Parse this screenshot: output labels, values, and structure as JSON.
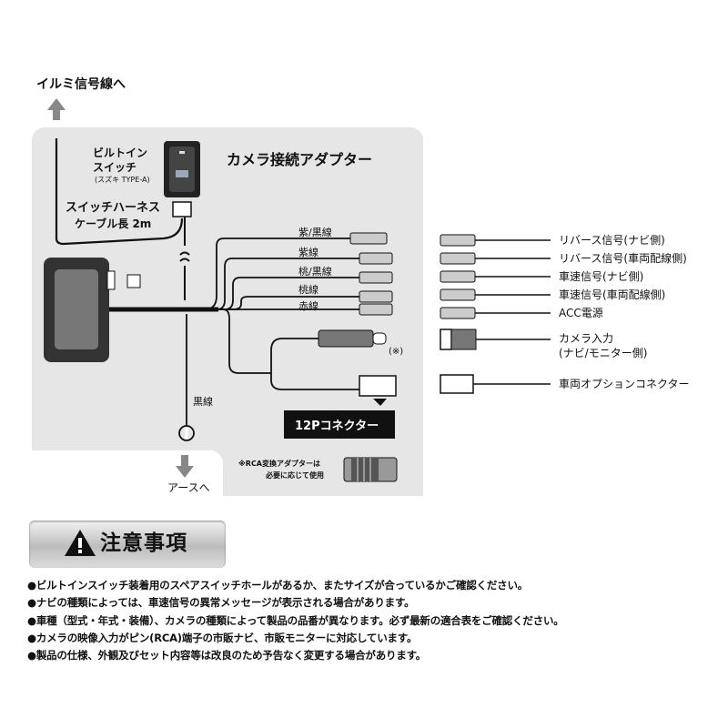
{
  "diagram": {
    "title": "カメラ接続アダプター",
    "top_label": "イルミ信号線へ",
    "ground_label": "アースへ",
    "switch_label_1": "ビルトイン",
    "switch_label_2": "スイッチ",
    "switch_label_3": "(スズキ TYPE-A)",
    "harness_label_1": "スイッチハーネス",
    "harness_label_2": "ケーブル長 2m",
    "ground_wire": "黒線",
    "wires": [
      "紫/黒線",
      "紫線",
      "桃/黒線",
      "桃線",
      "赤線"
    ],
    "note_marker": "(※)",
    "connector_12p": "12Pコネクター",
    "rca_note_1": "※RCA変換アダプターは",
    "rca_note_2": "必要に応じて使用",
    "outputs": [
      "リバース信号(ナビ側)",
      "リバース信号(車両配線側)",
      "車速信号(ナビ側)",
      "車速信号(車両配線側)",
      "ACC電源",
      "カメラ入力",
      "(ナビ/モニター側)",
      "車両オプションコネクター"
    ]
  },
  "caution": {
    "title": "注意事項",
    "items": [
      "●ビルトインスイッチ装着用のスペアスイッチホールがあるか、またサイズが合っているかご確認ください。",
      "●ナビの種類によっては、車速信号の異常メッセージが表示される場合があります。",
      "●車種（型式・年式・装備）、カメラの種類によって製品の品番が異なります。必ず最新の適合表をご確認ください。",
      "●カメラの映像入力がピン(RCA)端子の市販ナビ、市販モニターに対応しています。",
      "●製品の仕様、外観及びセット内容等は改良のため予告なく変更する場合があります。"
    ]
  }
}
